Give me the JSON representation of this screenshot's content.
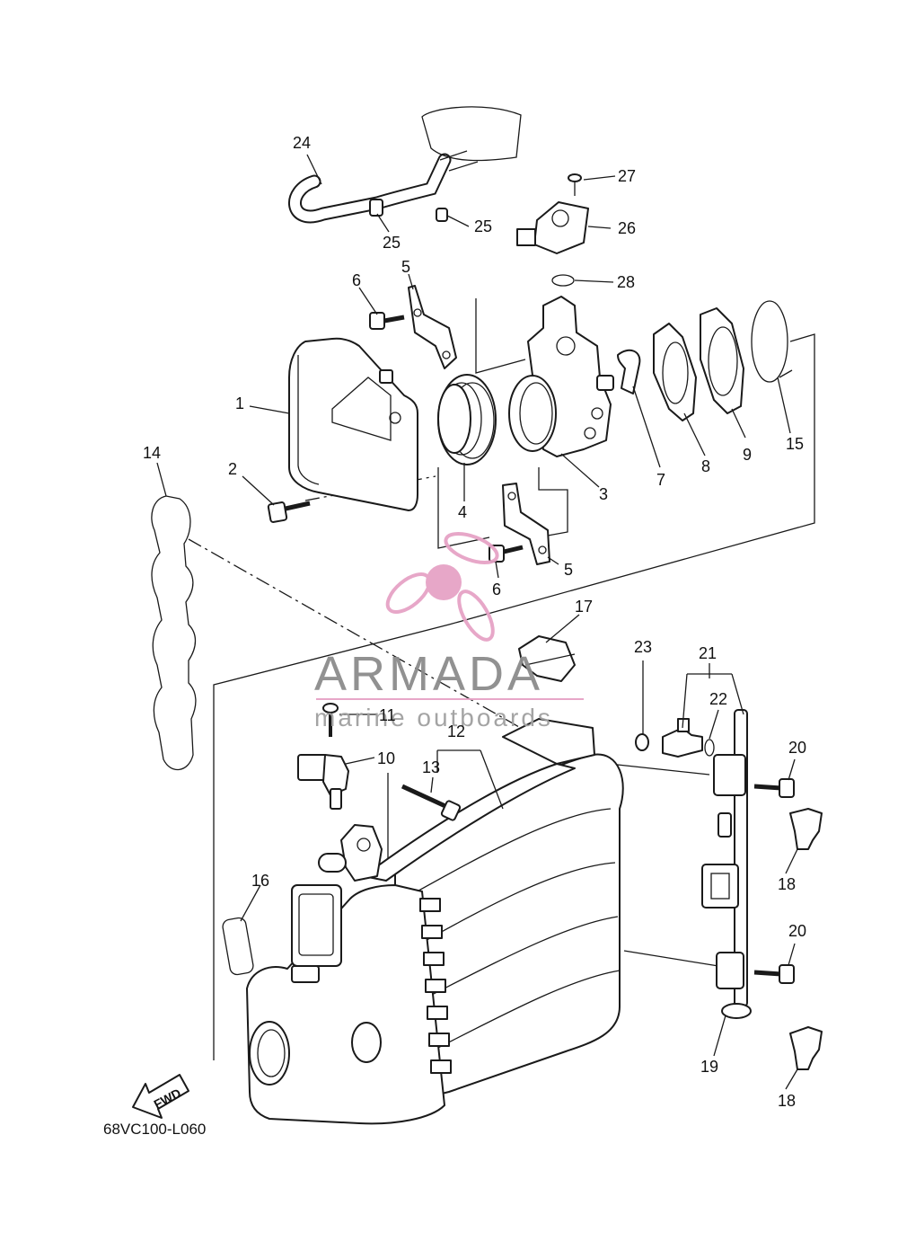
{
  "diagram": {
    "code": "68VC100-L060",
    "fwd_label": "FWD",
    "watermark": {
      "brand": "ARMADA",
      "tagline": "marine outboards",
      "color": "#e6a3c6"
    },
    "callouts": [
      "24",
      "27",
      "25",
      "25",
      "26",
      "5",
      "6",
      "28",
      "1",
      "7",
      "8",
      "9",
      "15",
      "14",
      "2",
      "4",
      "3",
      "5",
      "6",
      "17",
      "23",
      "21",
      "22",
      "11",
      "12",
      "20",
      "10",
      "13",
      "18",
      "16",
      "20",
      "19",
      "18"
    ]
  }
}
